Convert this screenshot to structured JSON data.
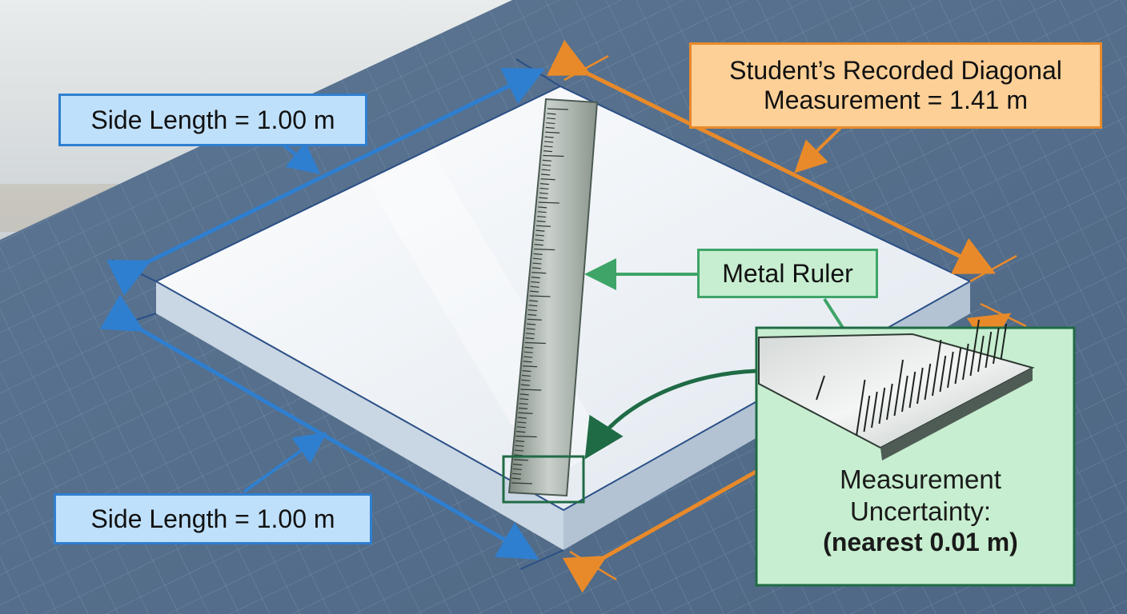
{
  "labels": {
    "side_top": "Side Length = 1.00 m",
    "side_bottom": "Side Length = 1.00 m",
    "diagonal_line1": "Student’s Recorded Diagonal",
    "diagonal_line2": "Measurement = 1.41 m",
    "ruler": "Metal Ruler",
    "uncertainty_line1": "Measurement",
    "uncertainty_line2": "Uncertainty:",
    "uncertainty_value": "(nearest 0.01 m)"
  },
  "colors": {
    "blue": "#2f7fd0",
    "orange": "#e88a2a",
    "green": "#3fa468",
    "green_dark": "#1f6b45"
  }
}
